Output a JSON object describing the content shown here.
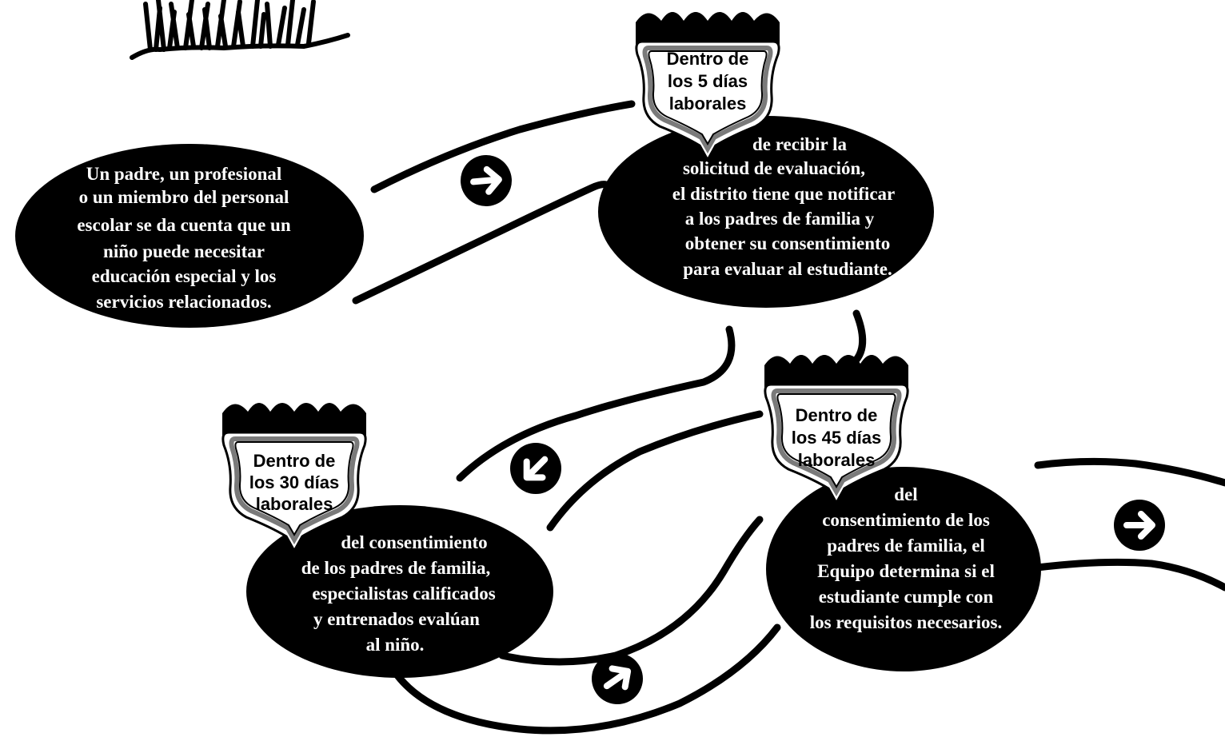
{
  "signs": {
    "sign1": [
      "Dentro de",
      "los 5 días",
      "laborales"
    ],
    "sign2": [
      "Dentro de",
      "los 30 días",
      "laborales"
    ],
    "sign3": [
      "Dentro de",
      "los 45 días",
      "laborales"
    ]
  },
  "steps": {
    "step1": [
      "Un padre, un profesional",
      "o un miembro del personal",
      "escolar se da cuenta que un",
      "niño puede necesitar",
      "educación especial y los",
      "servicios relacionados."
    ],
    "step2": [
      "de recibir la",
      "solicitud de evaluación,",
      "el distrito tiene que notificar",
      "a los padres de familia y",
      "obtener su consentimiento",
      "para evaluar al estudiante."
    ],
    "step3": [
      "del consentimiento",
      "de los padres de familia,",
      "especialistas calificados",
      "y entrenados evalúan",
      "al niño."
    ],
    "step4": [
      "del",
      "consentimiento de los",
      "padres de familia, el",
      "Equipo determina si el",
      "estudiante cumple con",
      "los requisitos necesarios."
    ]
  },
  "arrows": [
    {
      "id": "arrow1",
      "direction": "right-icon"
    },
    {
      "id": "arrow2",
      "direction": "down-left-icon"
    },
    {
      "id": "arrow3",
      "direction": "up-right-icon"
    },
    {
      "id": "arrow4",
      "direction": "right-icon"
    }
  ],
  "colors": {
    "ink": "#000000",
    "paper": "#ffffff"
  }
}
